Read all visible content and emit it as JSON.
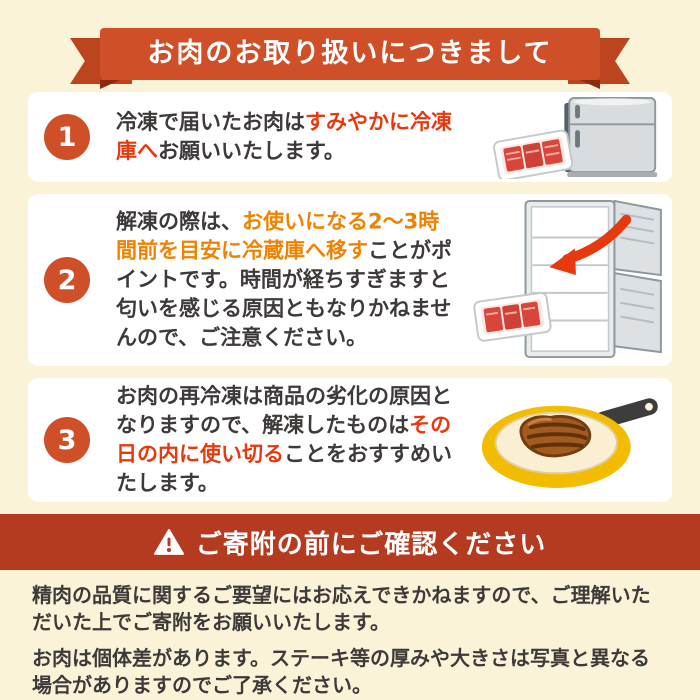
{
  "colors": {
    "background": "#FBF3D8",
    "ribbon": "#CF4F28",
    "ribbon_dark": "#BC451F",
    "ribbon_fold": "#8A2B12",
    "card_bg": "#FFFFFF",
    "circle_bg": "#CF4F28",
    "text": "#3E3A39",
    "highlight_red": "#E8380D",
    "highlight_orange": "#EF8200",
    "notice_bg": "#B43A20",
    "notice_text": "#FFFFFF"
  },
  "header": {
    "title": "お肉のお取り扱いにつきまして"
  },
  "steps": [
    {
      "number": "1",
      "icon": "closed-refrigerator-with-meat-pack-icon",
      "segments": [
        {
          "text": "冷凍で届いたお肉は",
          "emphasis": "none"
        },
        {
          "text": "すみやかに冷凍庫へ",
          "emphasis": "red"
        },
        {
          "text": "お願いいたします。",
          "emphasis": "none"
        }
      ]
    },
    {
      "number": "2",
      "icon": "open-refrigerator-with-arrow-and-meat-pack-icon",
      "segments": [
        {
          "text": "解凍の際は、",
          "emphasis": "none"
        },
        {
          "text": "お使いになる2〜3時間前を目安に冷蔵庫へ移す",
          "emphasis": "orange"
        },
        {
          "text": "ことがポイントです。時間が経ちすぎますと匂いを感じる原因ともなりかねませんので、ご注意ください。",
          "emphasis": "none"
        }
      ]
    },
    {
      "number": "3",
      "icon": "frying-pan-with-steak-icon",
      "segments": [
        {
          "text": "お肉の再冷凍は商品の劣化の原因となりますので、解凍したものは",
          "emphasis": "none"
        },
        {
          "text": "その日の内に使い切る",
          "emphasis": "red"
        },
        {
          "text": "ことをおすすめいたします。",
          "emphasis": "none"
        }
      ]
    }
  ],
  "notice": {
    "icon": "warning-triangle-icon",
    "title": "ご寄附の前にご確認ください"
  },
  "footer": {
    "paragraphs": [
      "精肉の品質に関するご要望にはお応えできかねますので、ご理解いただいた上でご寄附をお願いいたします。",
      "お肉は個体差があります。ステーキ等の厚みや大きさは写真と異なる場合がありますのでご了承ください。"
    ]
  }
}
